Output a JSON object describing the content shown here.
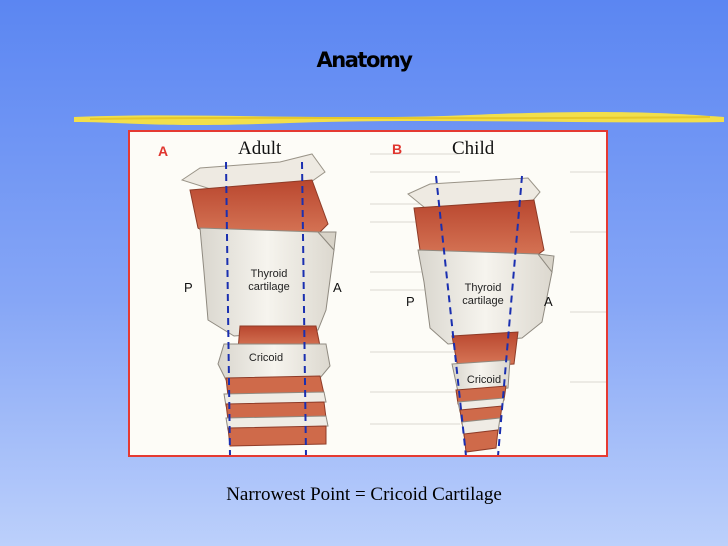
{
  "slide": {
    "title": "Anatomy",
    "caption": "Narrowest Point = Cricoid Cartilage"
  },
  "panels": [
    {
      "letter": "A",
      "title": "Adult",
      "labels": {
        "posterior": "P",
        "anterior": "A",
        "thyroid_line1": "Thyroid",
        "thyroid_line2": "cartilage",
        "cricoid": "Cricoid"
      }
    },
    {
      "letter": "B",
      "title": "Child",
      "labels": {
        "posterior": "P",
        "anterior": "A",
        "thyroid_line1": "Thyroid",
        "thyroid_line2": "cartilage",
        "cricoid": "Cricoid"
      }
    }
  ],
  "colors": {
    "accent_red": "#e0362f",
    "guide_line": "#1a2fb0",
    "muscle": "#c9573d",
    "cartilage": "#f1efe9",
    "title_rule": "#f2df4b"
  }
}
